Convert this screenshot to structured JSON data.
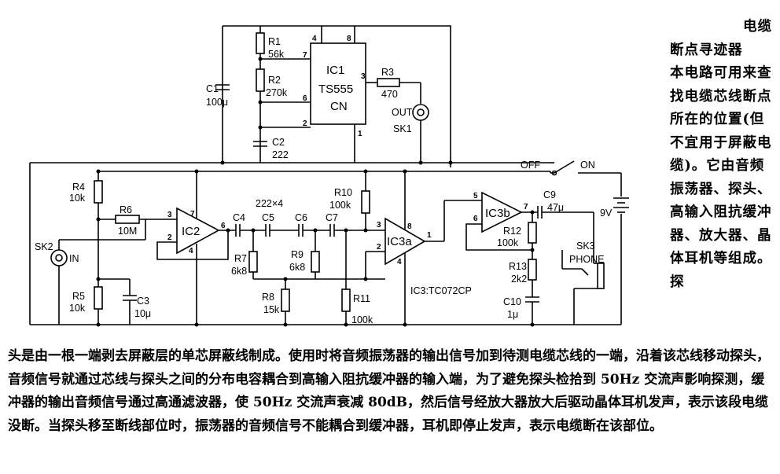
{
  "title": {
    "line1": "电缆",
    "line2": "断点寻迹器"
  },
  "side_text": "本电路可用来查找电缆芯线断点所在的位置(但不宜用于屏蔽电缆)。它由音频振荡器、探头、高输入阻抗缓冲器、放大器、晶体耳机等组成。探",
  "body_text": "头是由一根一端剥去屏蔽层的单芯屏蔽线制成。使用时将音频振荡器的输出信号加到待测电缆芯线的一端，沿着该芯线移动探头，音频信号就通过芯线与探头之间的分布电容耦合到高输入阻抗缓冲器的输入端，为了避免探头检拾到 50Hz 交流声影响探测，缓冲器的输出音频信号通过高通滤波器，使 50Hz 交流声衰减 80dB，然后信号经放大器放大后驱动晶体耳机发声，表示该段电缆没断。当探头移至断线部位时，振荡器的音频信号不能耦合到缓冲器，耳机即停止发声，表示电缆断在该部位。",
  "components": {
    "c1": {
      "name": "C1",
      "value": "100μ"
    },
    "r1": {
      "name": "R1",
      "value": "56k"
    },
    "r2": {
      "name": "R2",
      "value": "270k"
    },
    "c2": {
      "name": "C2",
      "value": "222"
    },
    "ic1": {
      "name": "IC1",
      "part": "TS555",
      "suffix": "CN"
    },
    "r3": {
      "name": "R3",
      "value": "470"
    },
    "out": {
      "label": "OUT",
      "socket": "SK1"
    },
    "r4": {
      "name": "R4",
      "value": "10k"
    },
    "r6": {
      "name": "R6",
      "value": "10M"
    },
    "ic2": {
      "name": "IC2"
    },
    "sk2": {
      "socket": "SK2",
      "label": "IN"
    },
    "r5": {
      "name": "R5",
      "value": "10k"
    },
    "c3": {
      "name": "C3",
      "value": "10μ"
    },
    "caps": {
      "label": "222×4",
      "c4": "C4",
      "c5": "C5",
      "c6": "C6",
      "c7": "C7"
    },
    "r7": {
      "name": "R7",
      "value": "6k8"
    },
    "r9": {
      "name": "R9",
      "value": "6k8"
    },
    "r8": {
      "name": "R8",
      "value": "15k"
    },
    "r10": {
      "name": "R10",
      "value": "100k"
    },
    "r11": {
      "name": "R11",
      "value": "100k"
    },
    "ic3a": {
      "name": "IC3a"
    },
    "ic3_note": "IC3:TC072CP",
    "ic3b": {
      "name": "IC3b"
    },
    "r12": {
      "name": "R12",
      "value": "100k"
    },
    "r13": {
      "name": "R13",
      "value": "2k2"
    },
    "c10": {
      "name": "C10",
      "value": "1μ"
    },
    "c9": {
      "name": "C9",
      "value": "47μ"
    },
    "sk3": {
      "socket": "SK3",
      "label": "PHONE"
    },
    "switch": {
      "off": "OFF",
      "on": "ON"
    },
    "battery": {
      "value": "9V"
    }
  },
  "pins": {
    "p4": "4",
    "p8": "8",
    "p7": "7",
    "p6": "6",
    "p2": "2",
    "p3": "3",
    "p1": "1",
    "p5": "5"
  }
}
